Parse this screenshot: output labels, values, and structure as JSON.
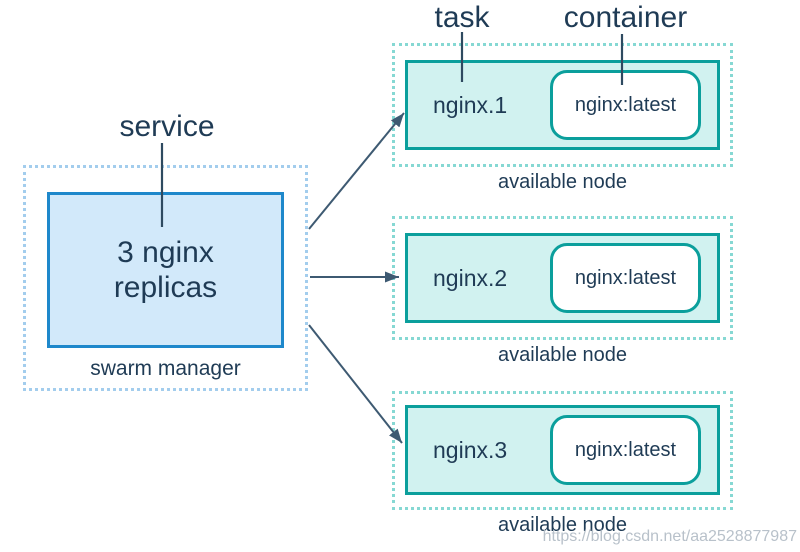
{
  "diagram": {
    "labels": {
      "service": "service",
      "task": "task",
      "container": "container"
    },
    "swarm_manager": {
      "box_text": "3 nginx replicas",
      "caption": "swarm manager"
    },
    "nodes": [
      {
        "task_name": "nginx.1",
        "container_image": "nginx:latest",
        "caption": "available node"
      },
      {
        "task_name": "nginx.2",
        "container_image": "nginx:latest",
        "caption": "available node"
      },
      {
        "task_name": "nginx.3",
        "container_image": "nginx:latest",
        "caption": "available node"
      }
    ],
    "watermark": "https://blog.csdn.net/aa2528877987",
    "colors": {
      "text_dark_navy": "#1f3b55",
      "service_box_border": "#1e88cb",
      "service_box_fill": "#d2e9fa",
      "service_dotted_border": "#a3cded",
      "node_box_border": "#0b9f9c",
      "node_box_fill": "#d1f2f0",
      "node_dotted_border": "#86d8d3",
      "container_pill_fill": "#ffffff",
      "arrow_color": "#3e5a72",
      "pointer_line_color": "#2e4a60",
      "watermark_color": "#b0bac4"
    }
  }
}
